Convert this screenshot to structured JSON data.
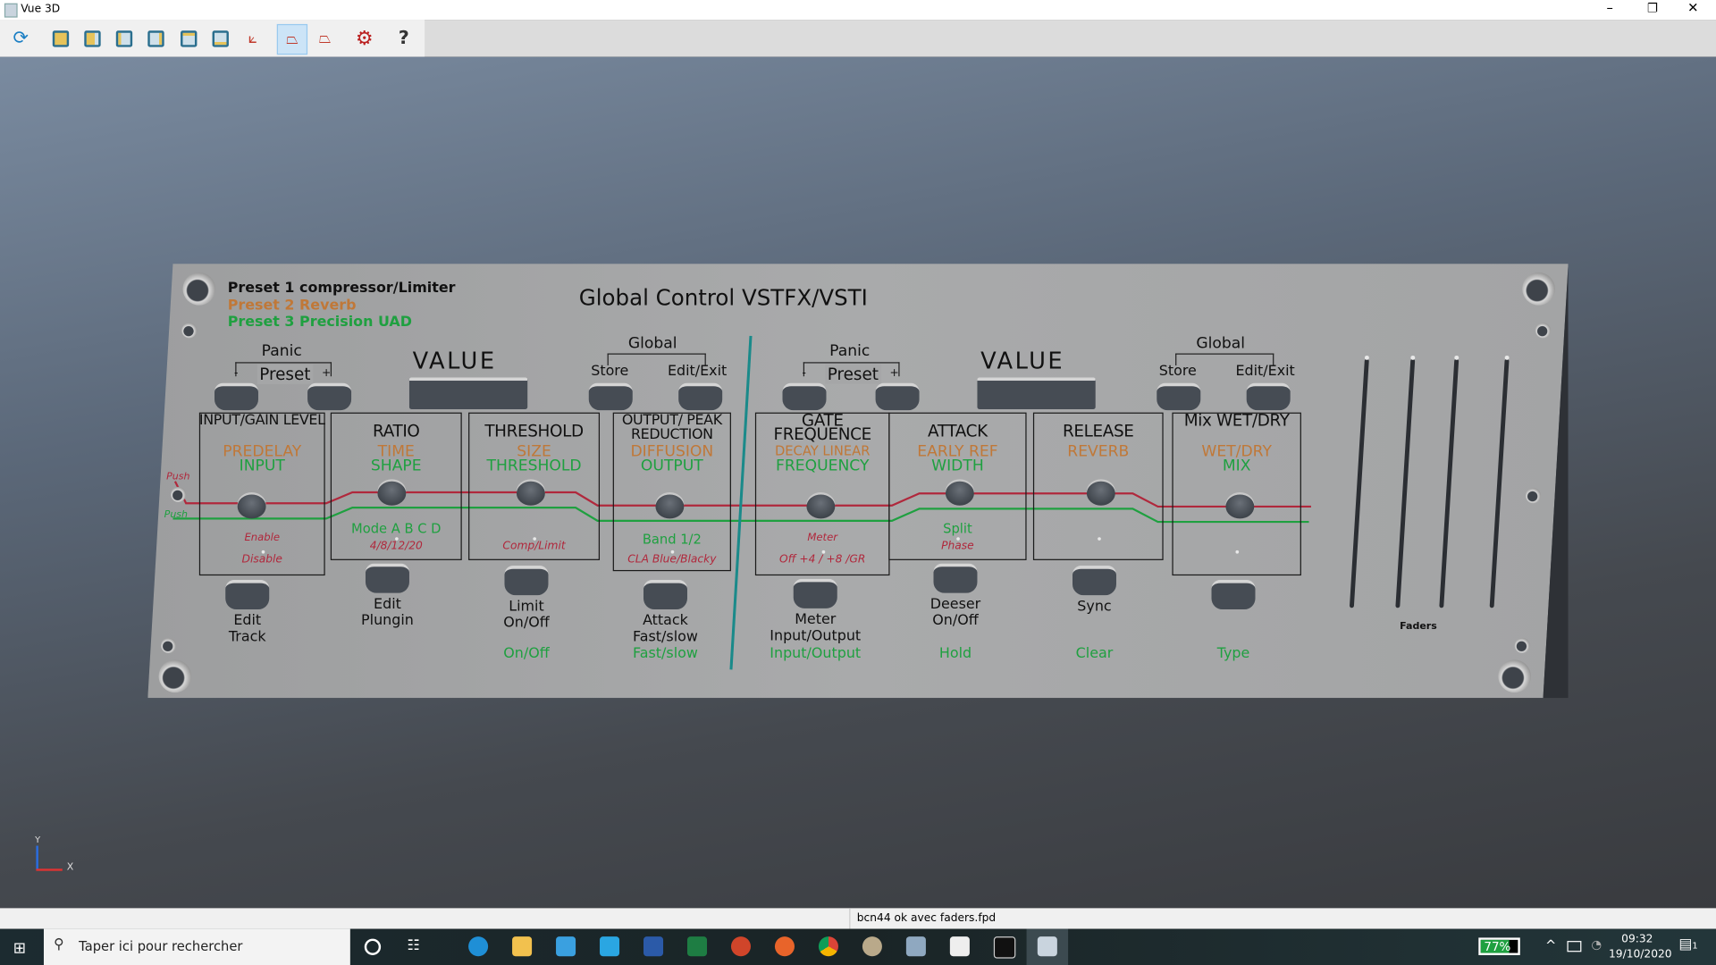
{
  "window": {
    "title": "Vue 3D"
  },
  "toolbar": {
    "items": [
      "refresh-icon",
      "view-front-icon",
      "view-back-icon",
      "view-left-icon",
      "view-right-icon",
      "view-top-icon",
      "view-bottom-icon",
      "view-iso-icon",
      "perspective-icon",
      "orthographic-icon",
      "settings-icon",
      "help-icon"
    ],
    "help_glyph": "?"
  },
  "panel": {
    "title": "Global Control VSTFX/VSTI",
    "presets": [
      {
        "text": "Preset 1 compressor/Limiter",
        "color": "#111111"
      },
      {
        "text": "Preset 2 Reverb",
        "color": "#c07838"
      },
      {
        "text": "Preset 3 Precision UAD",
        "color": "#1fa040"
      }
    ],
    "push_red": "Push",
    "push_green": "Push",
    "groups": [
      {
        "panic": "Panic",
        "preset": "Preset",
        "minus": "-",
        "plus": "+",
        "value": "VALUE",
        "global": "Global",
        "store": "Store",
        "edit_exit": "Edit/Exit"
      },
      {
        "panic": "Panic",
        "preset": "Preset",
        "minus": "-",
        "plus": "+",
        "value": "VALUE",
        "global": "Global",
        "store": "Store",
        "edit_exit": "Edit/Exit"
      }
    ],
    "sections": [
      {
        "title": "INPUT/GAIN LEVEL",
        "orange": "PREDELAY",
        "green": "INPUT",
        "mode_top": "Enable",
        "mode_top_color": "#b0283c",
        "mode_bottom": "Disable",
        "label1": "Edit",
        "label2": "Track",
        "label_green": ""
      },
      {
        "title": "RATIO",
        "orange": "TIME",
        "green": "SHAPE",
        "mode_top": "Mode  A  B  C  D",
        "mode_top_color": "#1fa040",
        "mode_bottom": "4/8/12/20",
        "label1": "Edit",
        "label2": "Plungin",
        "label_green": ""
      },
      {
        "title": "THRESHOLD",
        "orange": "SIZE",
        "green": "THRESHOLD",
        "mode_top": "",
        "mode_top_color": "#1fa040",
        "mode_bottom": "Comp/Limit",
        "label1": "Limit",
        "label2": "On/Off",
        "label_green": "On/Off"
      },
      {
        "title": "OUTPUT/ PEAK REDUCTION",
        "orange": "DIFFUSION",
        "green": "OUTPUT",
        "mode_top": "Band  1/2",
        "mode_top_color": "#1fa040",
        "mode_bottom": "CLA Blue/Blacky",
        "label1": "Attack",
        "label2": "Fast/slow",
        "label_green": "Fast/slow"
      },
      {
        "title": "GATE FREQUENCE",
        "orange": "DECAY LINEAR",
        "green": "FREQUENCY",
        "mode_top": "Meter",
        "mode_top_color": "#b0283c",
        "mode_bottom": "Off  +4  /  +8  /GR",
        "label1": "Meter",
        "label2": "Input/Output",
        "label_green": "Input/Output"
      },
      {
        "title": "ATTACK",
        "orange": "EARLY REF",
        "green": "WIDTH",
        "mode_top": "Split",
        "mode_top_color": "#1fa040",
        "mode_bottom": "Phase",
        "label1": "Deeser",
        "label2": "On/Off",
        "label_green": "Hold"
      },
      {
        "title": "RELEASE",
        "orange": "REVERB",
        "green": "",
        "mode_top": "",
        "mode_top_color": "#1fa040",
        "mode_bottom": "",
        "label1": "Sync",
        "label2": "",
        "label_green": "Clear"
      },
      {
        "title": "Mix WET/DRY",
        "orange": "WET/DRY",
        "green": "MIX",
        "mode_top": "",
        "mode_top_color": "#1fa040",
        "mode_bottom": "",
        "label1": "",
        "label2": "",
        "label_green": "Type"
      }
    ],
    "faders_label": "Faders",
    "colors": {
      "red": "#b0283c",
      "green": "#1fa040",
      "orange": "#c07838",
      "teal": "#1a8a8a"
    }
  },
  "axes": {
    "x": "X",
    "y": "Y"
  },
  "statusbar": {
    "file": "bcn44 ok avec faders.fpd"
  },
  "taskbar": {
    "search_placeholder": "Taper ici pour rechercher",
    "battery": "77%",
    "battery_level": 0.77,
    "time": "09:32",
    "date": "19/10/2020",
    "notifications": "1"
  }
}
